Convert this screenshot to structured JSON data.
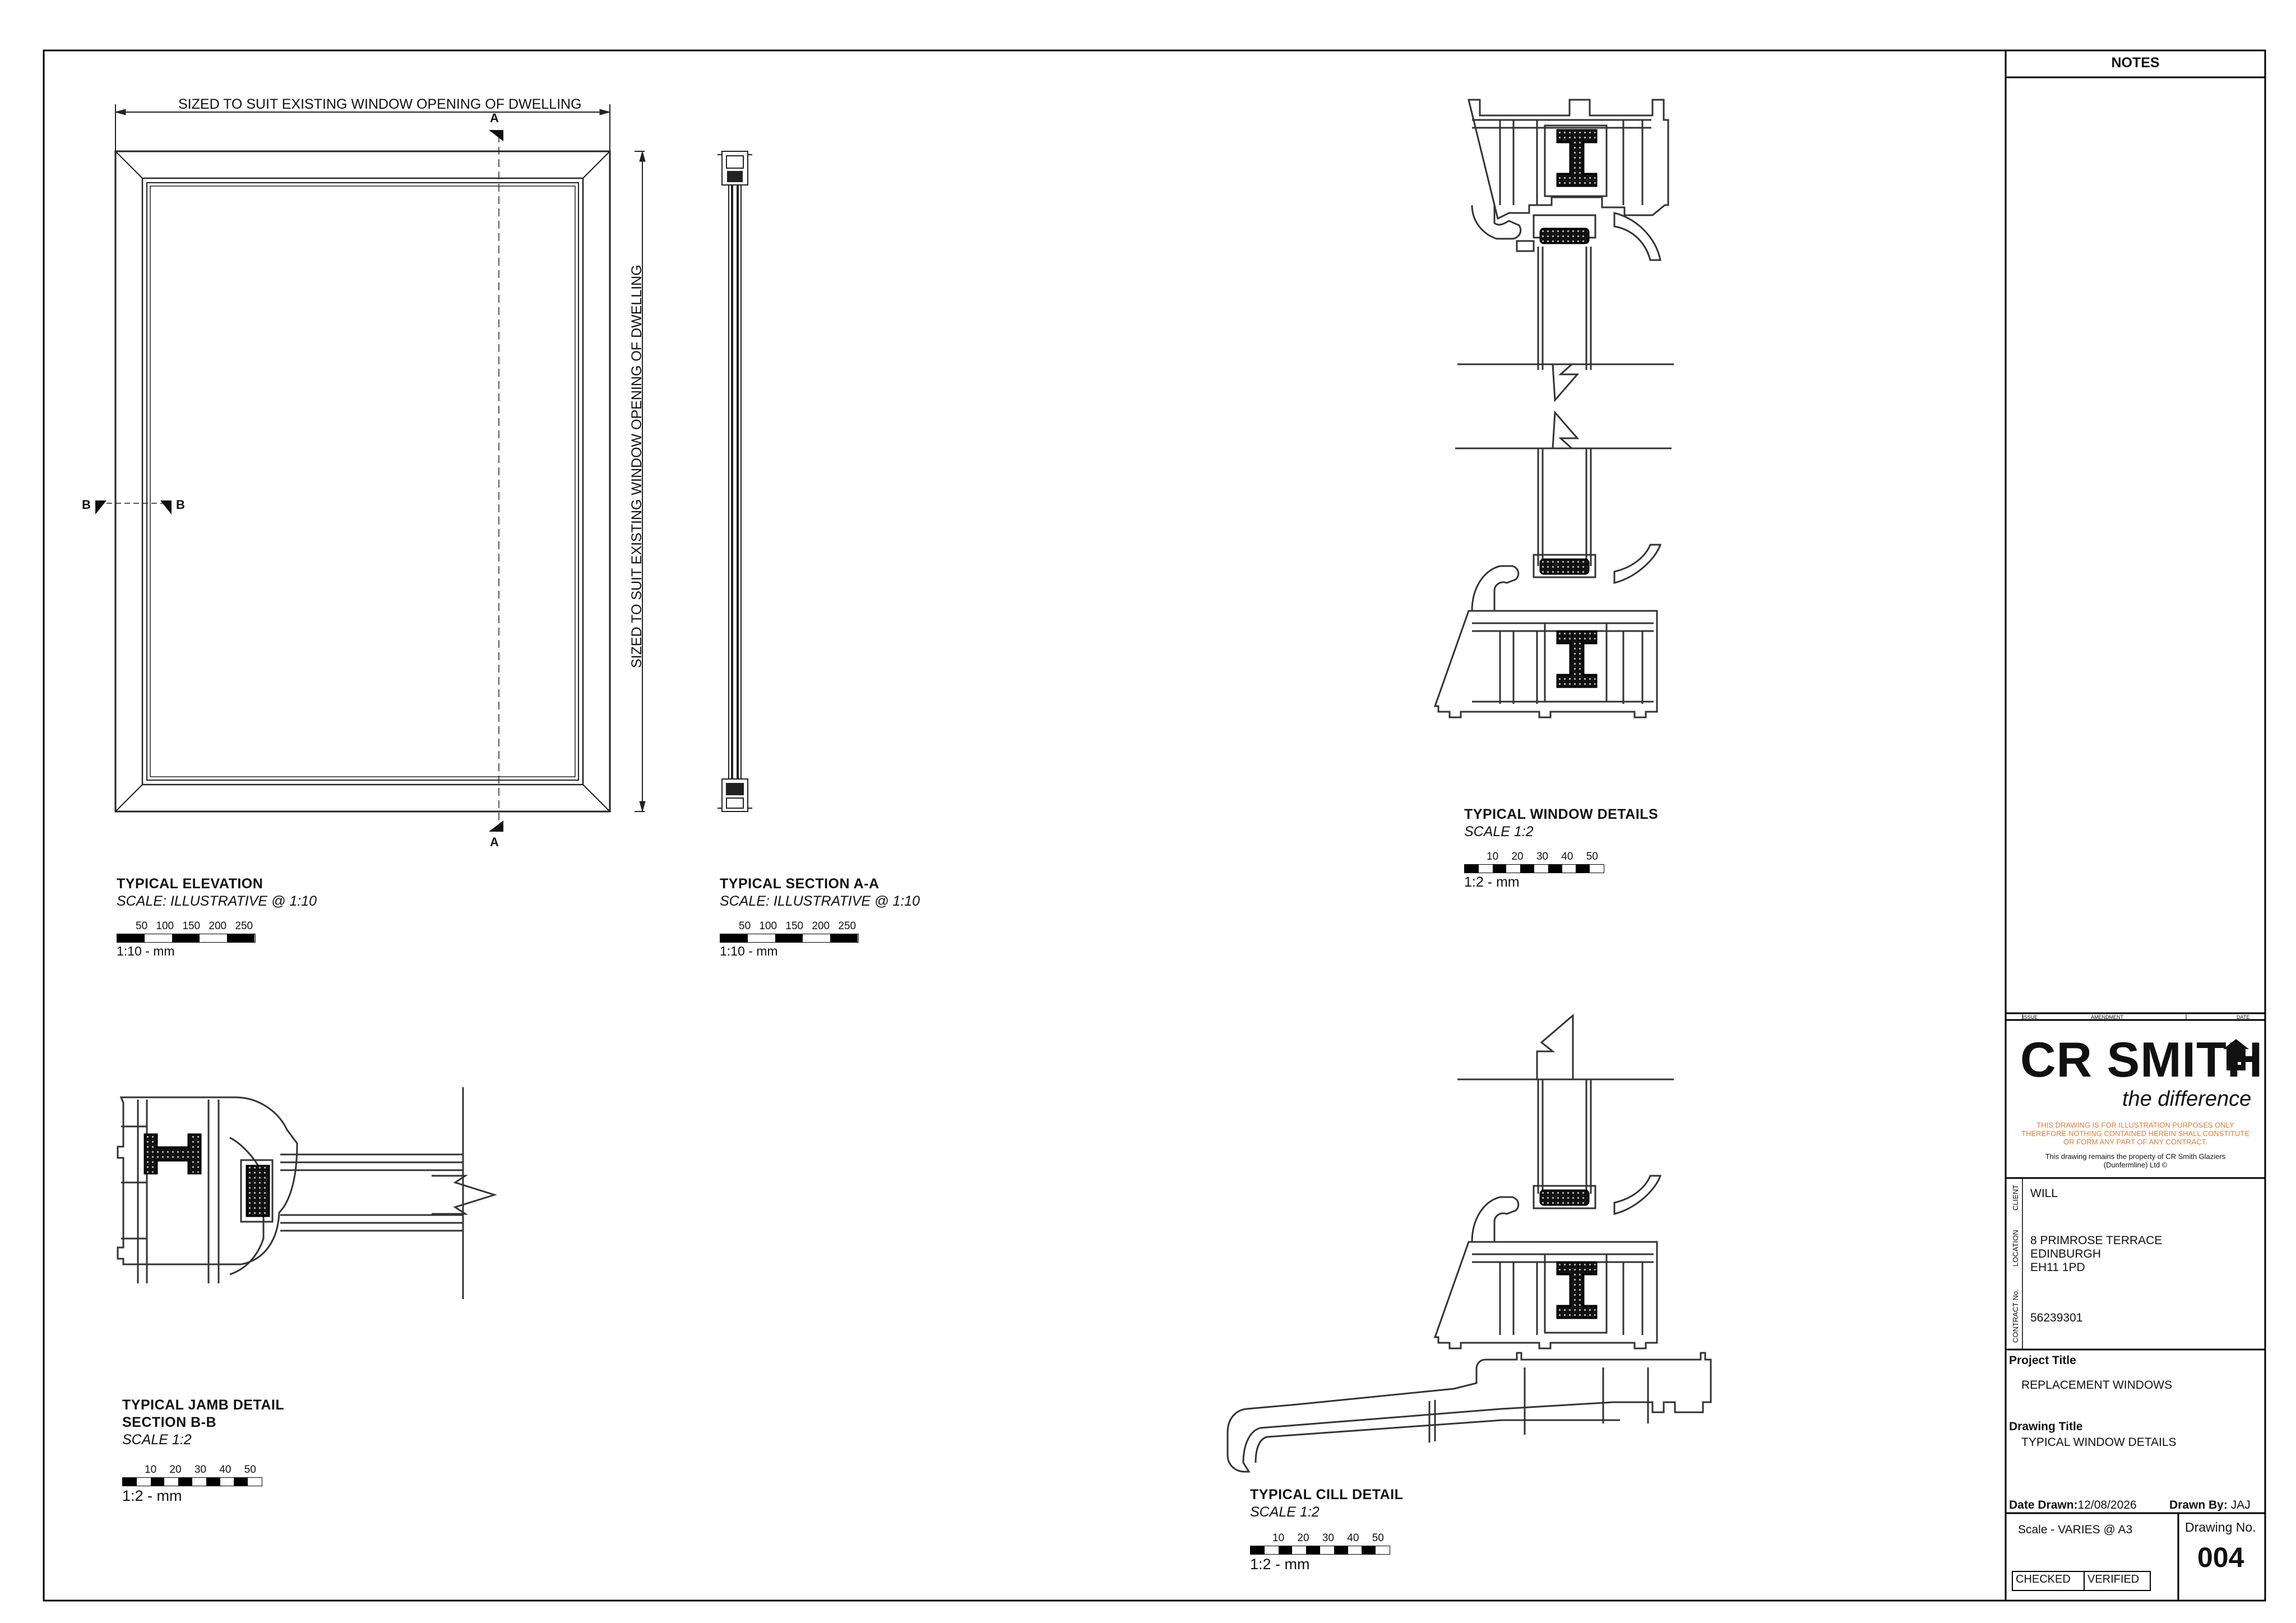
{
  "elevation": {
    "width_dim": "SIZED TO SUIT EXISTING WINDOW OPENING OF DWELLING",
    "height_dim": "SIZED TO SUIT EXISTING WINDOW OPENING OF DWELLING",
    "marker_a": "A",
    "marker_b": "B",
    "title": "TYPICAL ELEVATION",
    "scale": "SCALE: ILLUSTRATIVE @ 1:10",
    "scalebar": {
      "ticks": [
        "50",
        "100",
        "150",
        "200",
        "250"
      ],
      "unit": "1:10 - mm"
    }
  },
  "section_aa": {
    "title": "TYPICAL SECTION A-A",
    "scale": "SCALE: ILLUSTRATIVE @ 1:10",
    "scalebar": {
      "ticks": [
        "50",
        "100",
        "150",
        "200",
        "250"
      ],
      "unit": "1:10 - mm"
    }
  },
  "window_details": {
    "title": "TYPICAL WINDOW DETAILS",
    "scale": "SCALE 1:2",
    "scalebar": {
      "ticks": [
        "10",
        "20",
        "30",
        "40",
        "50"
      ],
      "unit": "1:2 - mm"
    }
  },
  "jamb": {
    "title1": "TYPICAL JAMB DETAIL",
    "title2": "SECTION B-B",
    "scale": "SCALE 1:2",
    "scalebar": {
      "ticks": [
        "10",
        "20",
        "30",
        "40",
        "50"
      ],
      "unit": "1:2 - mm"
    }
  },
  "cill": {
    "title": "TYPICAL CILL DETAIL",
    "scale": "SCALE 1:2",
    "scalebar": {
      "ticks": [
        "10",
        "20",
        "30",
        "40",
        "50"
      ],
      "unit": "1:2 - mm"
    }
  },
  "title_block": {
    "notes_header": "NOTES",
    "rev_headers": {
      "issue": "ISSUE",
      "amendment": "AMENDMENT",
      "date": "DATE"
    },
    "brand": "CR SMITH",
    "tagline": "the difference",
    "disclaimer": [
      "THIS DRAWING IS FOR ILLUSTRATION PURPOSES ONLY",
      "THEREFORE NOTHING CONTAINED HEREIN SHALL CONSTITUTE",
      "OR FORM ANY PART OF ANY CONTRACT."
    ],
    "property": [
      "This drawing remains the property of CR Smith Glaziers",
      "(Dunfermline) Ltd ©"
    ],
    "client_label": "CLIENT",
    "client": "WILL",
    "location_label": "LOCATION",
    "location": [
      "8 PRIMROSE TERRACE",
      "EDINBURGH",
      "EH11 1PD"
    ],
    "contract_label": "CONTRACT No.",
    "contract": "56239301",
    "project_title_label": "Project Title",
    "project_title": "REPLACEMENT WINDOWS",
    "drawing_title_label": "Drawing Title",
    "drawing_title": "TYPICAL WINDOW DETAILS",
    "date_label": "Date Drawn:",
    "date": "12/08/2026",
    "drawn_by_label": "Drawn By:",
    "drawn_by": "JAJ",
    "scale_text": "Scale - VARIES  @ A3",
    "drawing_no_label": "Drawing No.",
    "drawing_no": "004",
    "checked": "CHECKED",
    "verified": "VERIFIED",
    "disclaimer_color": "#e07b39"
  }
}
